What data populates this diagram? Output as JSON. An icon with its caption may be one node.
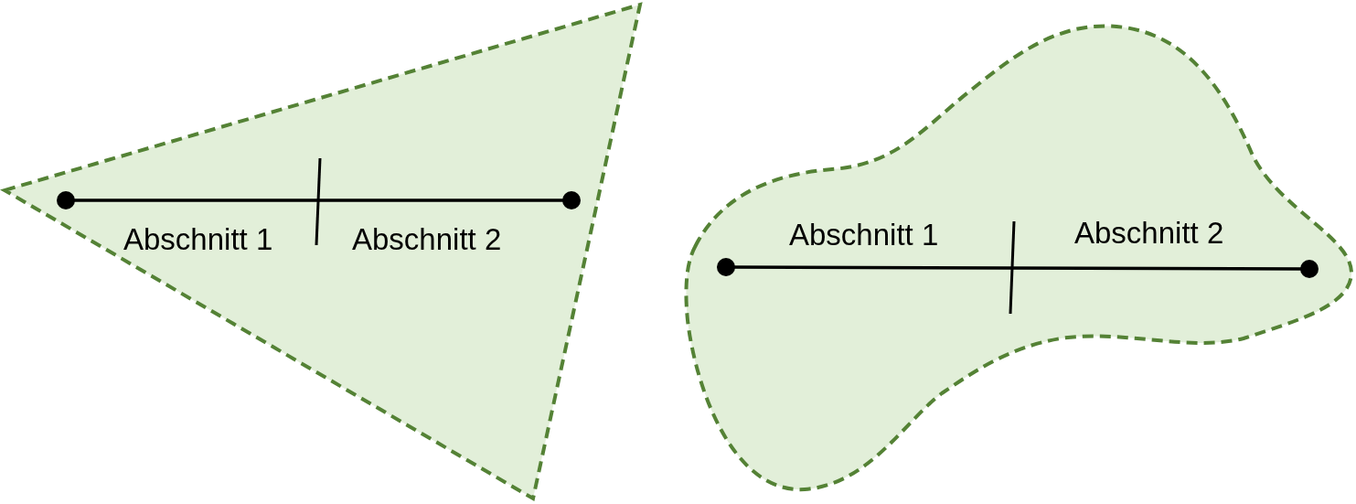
{
  "diagram": {
    "nodes": [
      {
        "text": [
          "Abschnitt 1",
          "Abschnitt 2"
        ]
      },
      {
        "text": [
          "Abschnitt 1",
          "Abschnitt 2"
        ]
      }
    ]
  }
}
